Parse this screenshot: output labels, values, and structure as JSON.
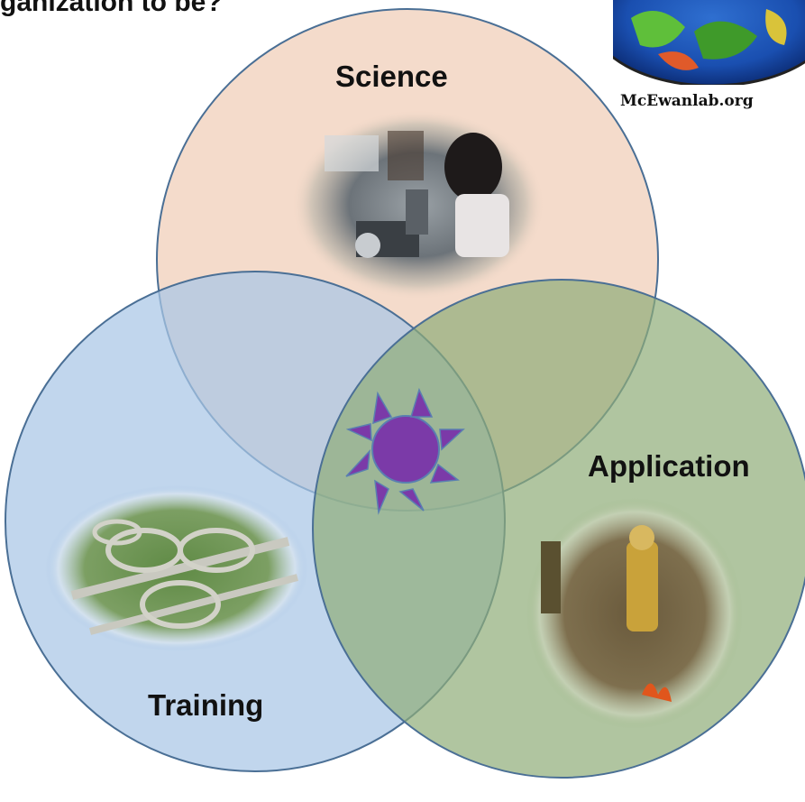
{
  "heading": "ganization to be?",
  "diagram": {
    "circles": [
      {
        "label": "Science",
        "fill": "#f3d9c8",
        "image": "lab-microscope-photo"
      },
      {
        "label": "Training",
        "fill": "#a9c6e6",
        "image": "highway-interchange-photo"
      },
      {
        "label": "Application",
        "fill": "#9fb88a",
        "image": "prescribed-burn-photo"
      }
    ],
    "center_symbol": {
      "icon": "sun-icon",
      "color": "#7b3aa8"
    },
    "outline_color": "#4a6f95"
  },
  "logo": {
    "caption": "McEwanlab.org",
    "image": "globe-map-icon"
  }
}
